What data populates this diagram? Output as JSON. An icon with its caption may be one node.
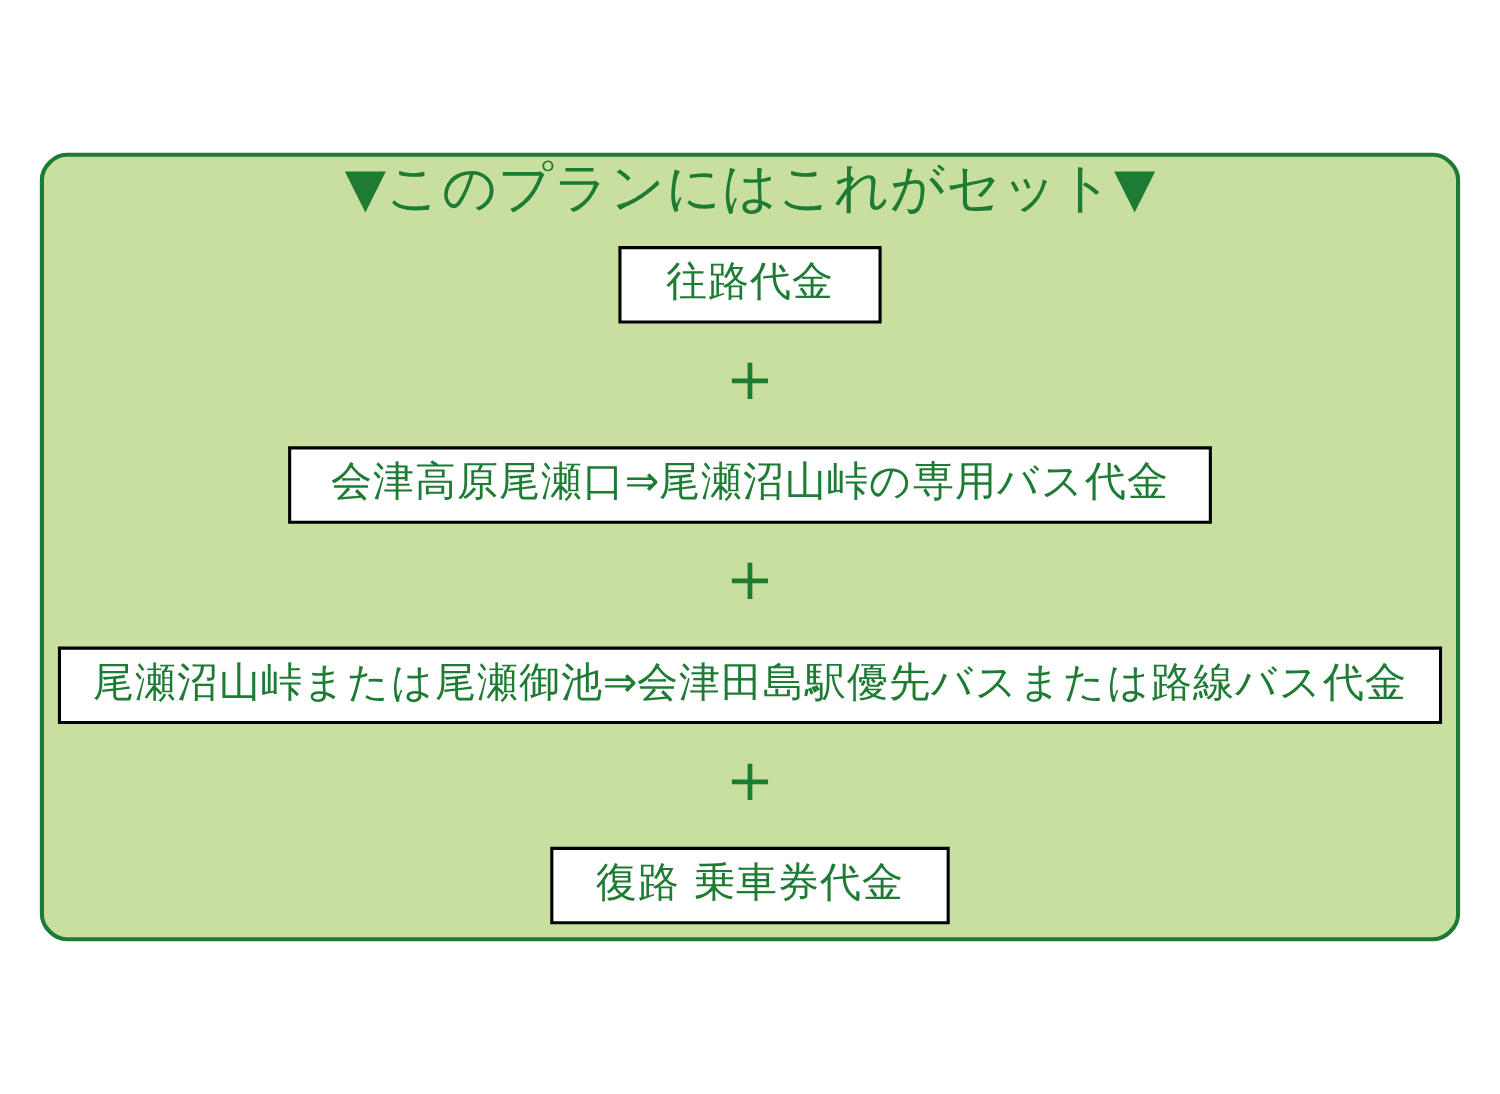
{
  "diagram": {
    "nodes": [
      {
        "text": [
          "▼このプランにはこれがセット▼"
        ]
      },
      {
        "text": [
          "往路代金"
        ],
        "in": 0
      },
      {
        "text": [
          "会津高原尾瀬口⇒尾瀬沼山峠の専用バス代金"
        ],
        "in": 0
      },
      {
        "text": [
          "尾瀬沼山峠または尾瀬御池⇒会津田島駅優先バスまたは路線バス代金"
        ],
        "in": 0
      },
      {
        "text": [
          "復路 乗車券代金"
        ],
        "in": 0
      }
    ],
    "edges": [],
    "labels": [
      "+",
      "+",
      "+"
    ]
  }
}
